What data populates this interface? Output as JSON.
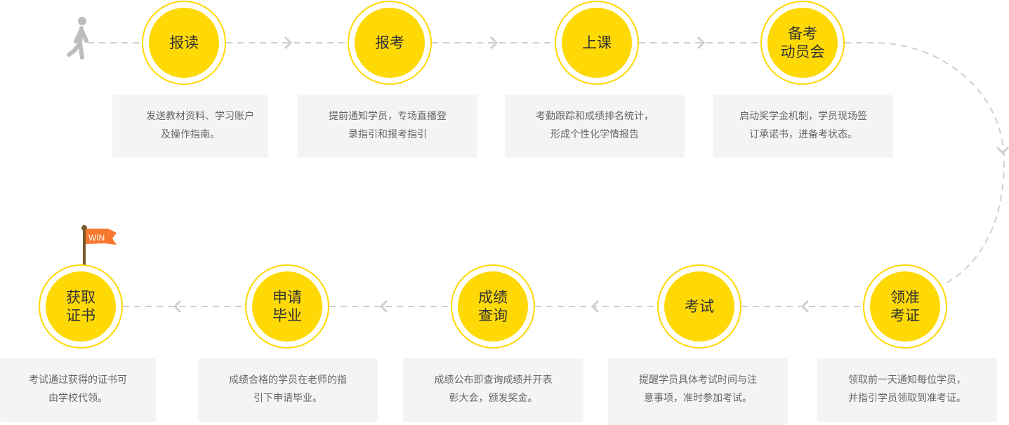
{
  "steps_top": [
    {
      "title": [
        "报读"
      ],
      "desc": [
        "发送教材资料、学习账户",
        "及操作指南。"
      ]
    },
    {
      "title": [
        "报考"
      ],
      "desc": [
        "提前通知学员，专场直播登",
        "录指引和报考指引"
      ]
    },
    {
      "title": [
        "上课"
      ],
      "desc": [
        "考勤跟踪和成绩排名统计，",
        "形成个性化学情报告"
      ]
    },
    {
      "title": [
        "备考",
        "动员会"
      ],
      "desc": [
        "启动奖学金机制，学员现场签",
        "订承诺书，进备考状态。"
      ]
    }
  ],
  "steps_bottom": [
    {
      "title": [
        "获取",
        "证书"
      ],
      "desc": [
        "考试通过获得的证书可",
        "由学校代领。"
      ]
    },
    {
      "title": [
        "申请",
        "毕业"
      ],
      "desc": [
        "成绩合格的学员在老师的指",
        "引下申请毕业。"
      ]
    },
    {
      "title": [
        "成绩",
        "查询"
      ],
      "desc": [
        "成绩公布即查询成绩并开表",
        "彰大会，颁发奖金。"
      ]
    },
    {
      "title": [
        "考试"
      ],
      "desc": [
        "提醒学员具体考试时间与注",
        "意事项，准时参加考试。"
      ]
    },
    {
      "title": [
        "领准",
        "考证"
      ],
      "desc": [
        "领取前一天通知每位学员，",
        "并指引学员领取到准考证。"
      ]
    }
  ],
  "flag_label": "WIN",
  "colors": {
    "accent": "#ffd905",
    "ring": "#ffd700",
    "flag": "#f7782e",
    "line": "#cccccc",
    "box": "#f4f4f4"
  }
}
